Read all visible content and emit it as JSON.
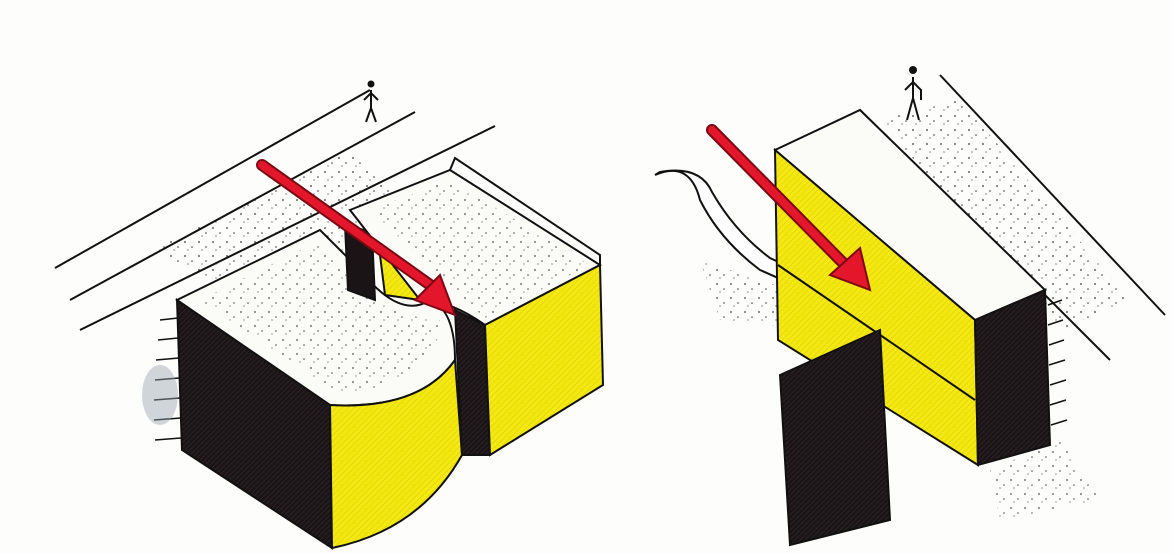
{
  "palette": {
    "paper": "#fdfdfc",
    "ink": "#111111",
    "black_fill": "#1a1416",
    "yellow_fill": "#f5ea12",
    "arrow_red": "#e3162b",
    "arrow_outline": "#7a0a12"
  },
  "figures": [
    {
      "label": "",
      "elements": [
        "street",
        "person",
        "arrow",
        "block-left",
        "block-right",
        "circular-void"
      ]
    },
    {
      "label": "",
      "elements": [
        "street",
        "person",
        "arrow",
        "winding-path",
        "block-back",
        "block-front"
      ]
    }
  ]
}
